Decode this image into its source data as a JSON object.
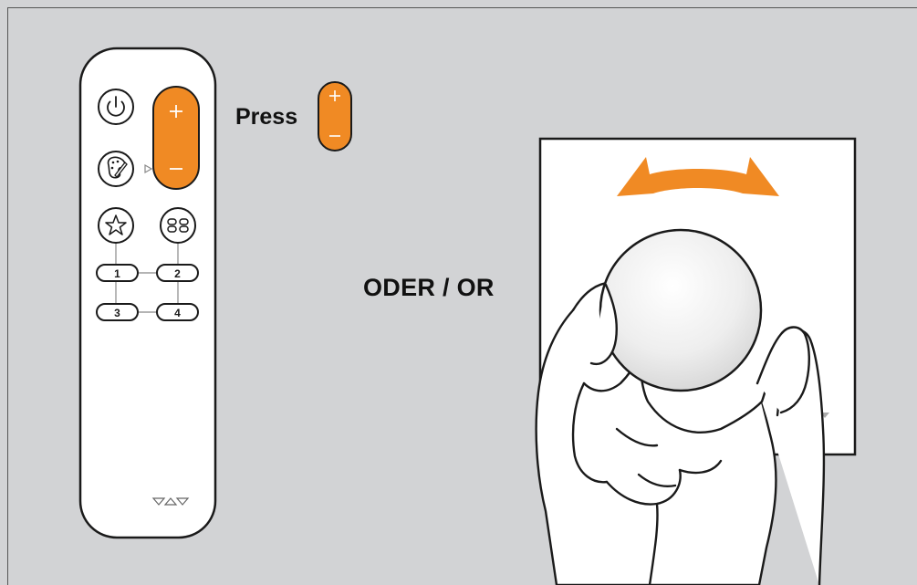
{
  "instruction": {
    "press_label": "Press",
    "or_label": "ODER / OR"
  },
  "remote": {
    "channel_keys": [
      "1",
      "2",
      "3",
      "4"
    ],
    "plus_symbol": "+",
    "minus_symbol": "–",
    "brand_icon": "triangle-logo-icon"
  },
  "icons": [
    "power-icon",
    "palette-icon",
    "star-icon",
    "scenes-icon",
    "rotate-arrow-icon",
    "hand-icon"
  ],
  "colors": {
    "accent": "#f08a24",
    "background": "#d2d3d5",
    "outline": "#1a1a1a",
    "remote_body": "#ffffff"
  }
}
